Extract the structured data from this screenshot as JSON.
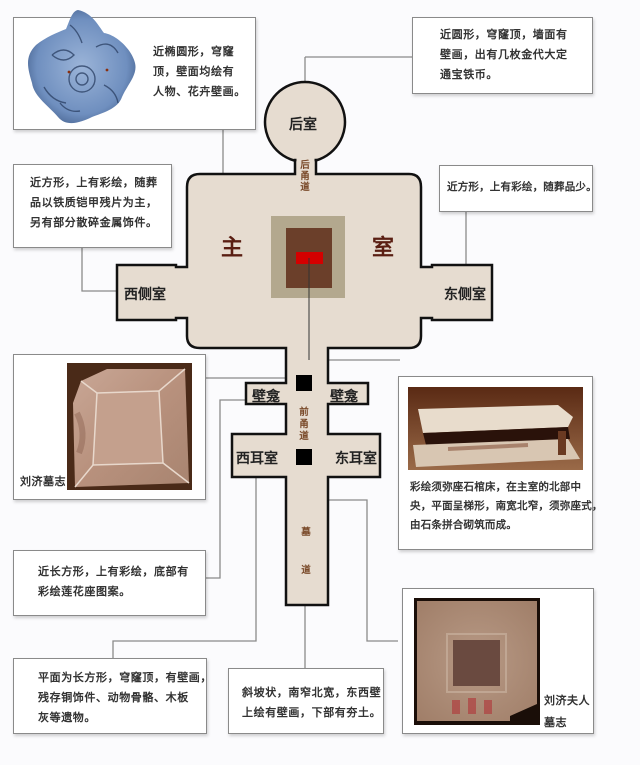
{
  "colors": {
    "room_fill": "#e6dcd0",
    "room_outline": "#111111",
    "connector_line": "#8a8a8a",
    "coffin_outer": "#b3a88e",
    "coffin_inner": "#6b3f2a",
    "coffin_core": "#d40000",
    "main_room_text": "#5a1e12",
    "corridor_text": "#7a4a2a"
  },
  "rooms": {
    "rear_chamber": "后室",
    "rear_corridor": [
      "后",
      "甬",
      "道"
    ],
    "main_chamber_left": "主",
    "main_chamber_right": "室",
    "west_side_chamber": "西侧室",
    "east_side_chamber": "东侧室",
    "west_niche": "壁龛",
    "east_niche": "壁龛",
    "front_corridor": [
      "前",
      "甬",
      "道"
    ],
    "west_ear_chamber": "西耳室",
    "east_ear_chamber": "东耳室",
    "tomb_passage": [
      "墓",
      "道"
    ]
  },
  "annotations": {
    "rear_chamber_ceiling": {
      "lines": [
        "近椭圆形，穹窿",
        "顶，壁面均绘有",
        "人物、花卉壁画。"
      ],
      "image": "blue-floral-relief"
    },
    "rear_chamber": {
      "lines": [
        "近圆形，穹窿顶，墙面有",
        "壁画，出有几枚金代大定",
        "通宝铁币。"
      ]
    },
    "west_side_chamber": {
      "lines": [
        "近方形，上有彩绘，随葬",
        "品以铁质铠甲残片为主，",
        "另有部分散碎金属饰件。"
      ]
    },
    "east_side_chamber": {
      "lines": [
        "近方形，上有彩绘，随葬品少。"
      ]
    },
    "liu_ji_epitaph": {
      "caption": "刘济墓志",
      "image": "stone-epitaph-lid"
    },
    "coffin_bed": {
      "lines": [
        "彩绘须弥座石棺床，在主室的北部中",
        "央，平面呈梯形，南宽北窄，须弥座式，",
        "由石条拼合砌筑而成。"
      ],
      "image": "stone-coffin-bed"
    },
    "niche": {
      "lines": [
        "近长方形，上有彩绘，底部有",
        "彩绘莲花座图案。"
      ]
    },
    "ear_chamber": {
      "lines": [
        "平面为长方形，穹窿顶，有壁画，",
        "残存铜饰件、动物骨骼、木板",
        "灰等遗物。"
      ]
    },
    "tomb_passage": {
      "lines": [
        "斜坡状，南窄北宽，东西壁",
        "上绘有壁画，下部有夯土。"
      ]
    },
    "liu_ji_wife_epitaph": {
      "caption_lines": [
        "刘济夫人",
        "墓志"
      ],
      "image": "wife-epitaph-stone"
    }
  }
}
